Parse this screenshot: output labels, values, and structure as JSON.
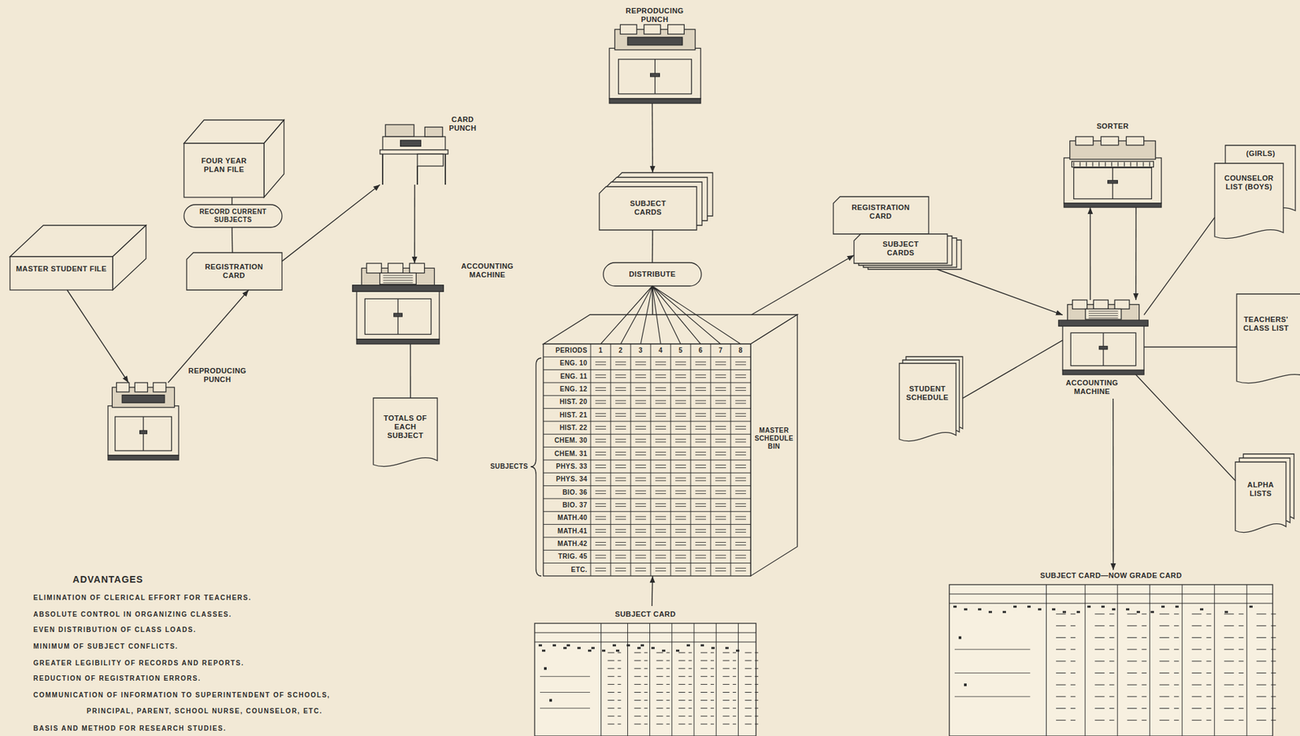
{
  "diagram": {
    "nodes": [
      {
        "text": [
          "MASTER STUDENT FILE"
        ]
      },
      {
        "text": [
          "FOUR YEAR PLAN FILE"
        ]
      },
      {
        "text": [
          "RECORD CURRENT SUBJECTS"
        ]
      },
      {
        "text": [
          "REGISTRATION CARD"
        ]
      },
      {
        "text": [
          "REPRODUCING PUNCH"
        ]
      },
      {
        "text": [
          "CARD PUNCH"
        ]
      },
      {
        "text": [
          "ACCOUNTING MACHINE"
        ]
      },
      {
        "text": [
          "TOTALS OF EACH SUBJECT"
        ]
      },
      {
        "text": [
          "REPRODUCING PUNCH"
        ]
      },
      {
        "text": [
          "SUBJECT CARDS"
        ]
      },
      {
        "text": [
          "DISTRIBUTE"
        ]
      },
      {
        "text": [
          "MASTER SCHEDULE BIN"
        ]
      },
      {
        "text": [
          "SUBJECT CARD"
        ]
      },
      {
        "text": [
          "REGISTRATION CARD"
        ]
      },
      {
        "text": [
          "SUBJECT CARDS"
        ]
      },
      {
        "text": [
          "SORTER"
        ]
      },
      {
        "text": [
          "ACCOUNTING MACHINE"
        ]
      },
      {
        "text": [
          "(GIRLS)"
        ]
      },
      {
        "text": [
          "COUNSELOR LIST (BOYS)"
        ]
      },
      {
        "text": [
          "TEACHERS' CLASS LIST"
        ]
      },
      {
        "text": [
          "STUDENT SCHEDULE"
        ]
      },
      {
        "text": [
          "ALPHA LISTS"
        ]
      },
      {
        "text": [
          "SUBJECT CARD—NOW GRADE CARD"
        ]
      }
    ],
    "edges": [
      {
        "from": 0,
        "to": 4,
        "arrow": "to"
      },
      {
        "from": 4,
        "to": 3,
        "arrow": "to"
      },
      {
        "from": 1,
        "to": 2,
        "arrow": "none"
      },
      {
        "from": 2,
        "to": 3,
        "arrow": "none"
      },
      {
        "from": 3,
        "to": 5,
        "arrow": "to"
      },
      {
        "from": 5,
        "to": 6,
        "arrow": "to"
      },
      {
        "from": 6,
        "to": 7,
        "arrow": "none"
      },
      {
        "from": 8,
        "to": 9,
        "arrow": "to"
      },
      {
        "from": 9,
        "to": 10,
        "arrow": "none"
      },
      {
        "from": 10,
        "to": 11,
        "arrow": "none"
      },
      {
        "from": 12,
        "to": 11,
        "arrow": "to"
      },
      {
        "from": 11,
        "to": 14,
        "arrow": "to"
      },
      {
        "from": 14,
        "to": 16,
        "arrow": "to"
      },
      {
        "from": 16,
        "to": 15,
        "arrow": "to"
      },
      {
        "from": 15,
        "to": 16,
        "arrow": "to"
      },
      {
        "from": 16,
        "to": 18,
        "arrow": "none"
      },
      {
        "from": 16,
        "to": 19,
        "arrow": "none"
      },
      {
        "from": 20,
        "to": 16,
        "arrow": "none"
      },
      {
        "from": 16,
        "to": 21,
        "arrow": "none"
      },
      {
        "from": 16,
        "to": 22,
        "arrow": "to"
      }
    ],
    "labels": [
      "PERIODS",
      "1",
      "2",
      "3",
      "4",
      "5",
      "6",
      "7",
      "8",
      "ENG. 10",
      "ENG. 11",
      "ENG. 12",
      "HIST. 20",
      "HIST. 21",
      "HIST. 22",
      "CHEM. 30",
      "CHEM. 31",
      "PHYS. 33",
      "PHYS. 34",
      "BIO. 36",
      "BIO. 37",
      "MATH.40",
      "MATH.41",
      "MATH.42",
      "TRIG. 45",
      "ETC.",
      "SUBJECTS",
      "ADVANTAGES",
      "ELIMINATION OF CLERICAL EFFORT FOR TEACHERS.",
      "ABSOLUTE CONTROL IN ORGANIZING CLASSES.",
      "EVEN DISTRIBUTION OF CLASS LOADS.",
      "MINIMUM OF SUBJECT CONFLICTS.",
      "GREATER LEGIBILITY OF RECORDS AND REPORTS.",
      "REDUCTION OF REGISTRATION ERRORS.",
      "COMMUNICATION OF INFORMATION TO SUPERINTENDENT OF SCHOOLS, PRINCIPAL, PARENT, SCHOOL NURSE, COUNSELOR, ETC.",
      "BASIS AND METHOD FOR RESEARCH STUDIES."
    ]
  }
}
